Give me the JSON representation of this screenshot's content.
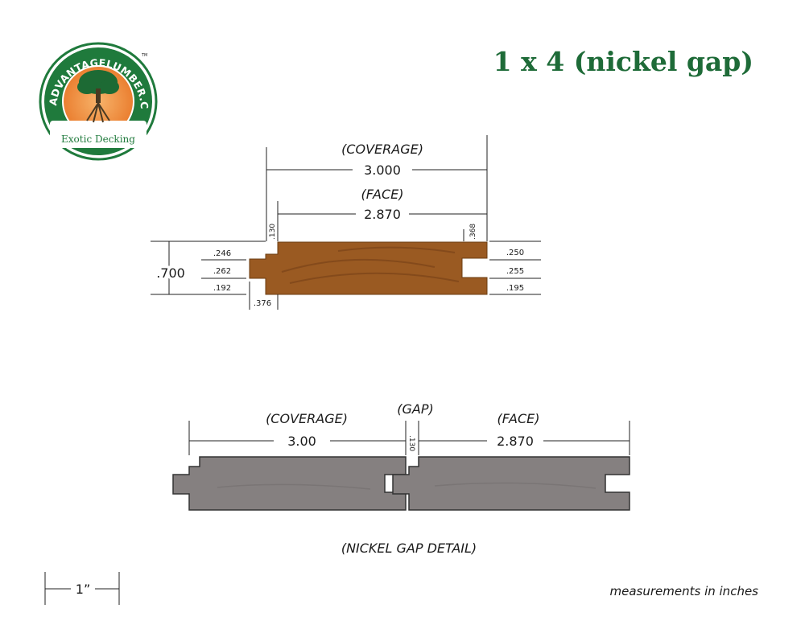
{
  "logo": {
    "arc_text": "ADVANTAGELUMBER.COM",
    "tm": "TM",
    "tagline": "Exotic Decking",
    "colors": {
      "ring": "#1f7a3c",
      "orange": "#ee8a36",
      "text": "#ffffff"
    }
  },
  "title": "1 x 4 (nickel gap)",
  "title_color": "#1e6b38",
  "profile": {
    "coverage_label": "(COVERAGE)",
    "coverage_value": "3.000",
    "face_label": "(FACE)",
    "face_value": "2.870",
    "offset_top": ".130",
    "groove_depth": ".368",
    "thickness": ".700",
    "left_dims": [
      ".246",
      ".262",
      ".192"
    ],
    "right_dims": [
      ".250",
      ".255",
      ".195"
    ],
    "tongue_len": ".376",
    "wood_color": "#9a5a22"
  },
  "detail": {
    "coverage_label": "(COVERAGE)",
    "coverage_value": "3.00",
    "gap_label": "(GAP)",
    "gap_value": ".130",
    "face_label": "(FACE)",
    "face_value": "2.870",
    "caption": "(NICKEL GAP DETAIL)",
    "board_color": "#858080"
  },
  "scale": {
    "label": "1”"
  },
  "footnote": "measurements in inches"
}
